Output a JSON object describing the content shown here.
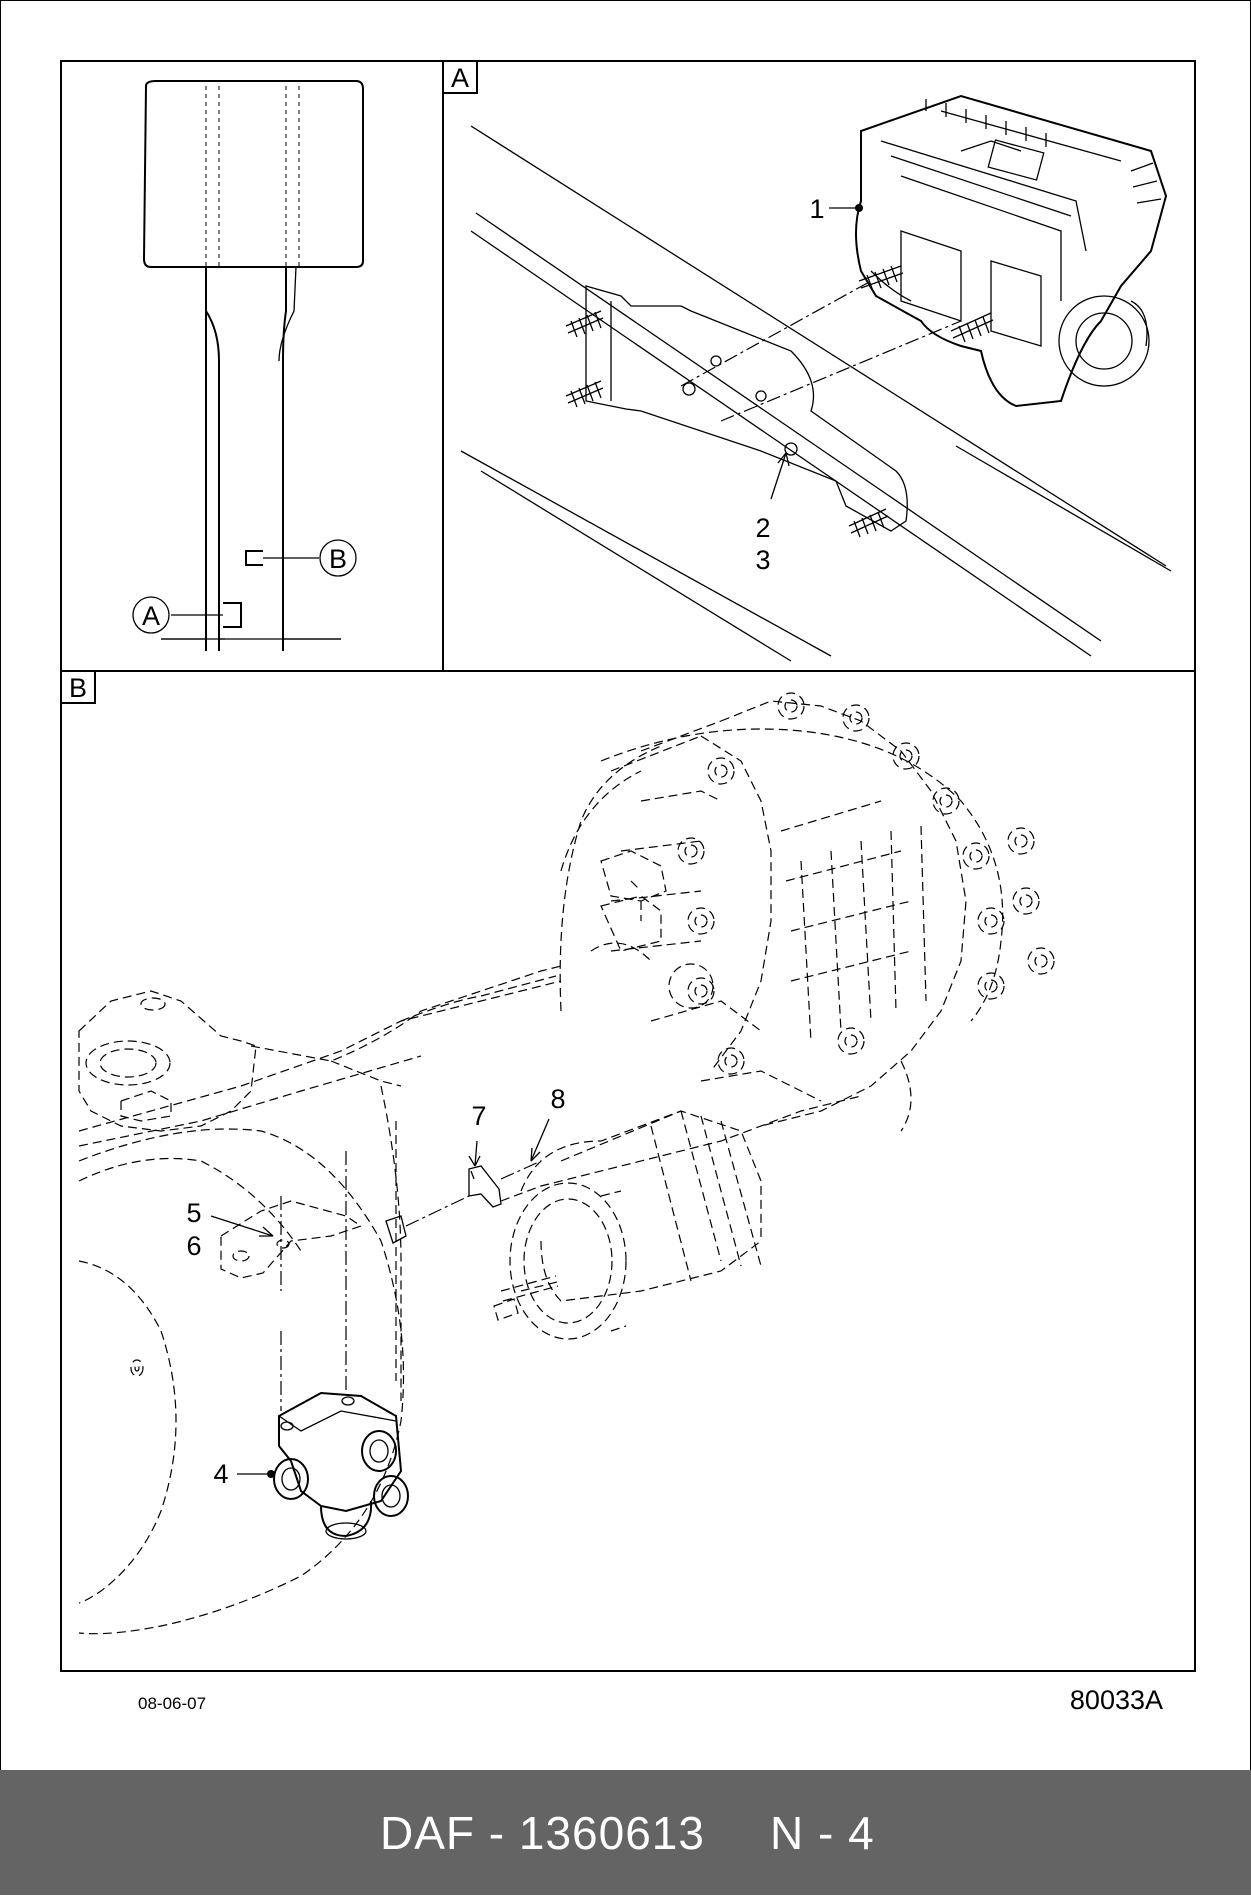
{
  "panels": {
    "detail_a_tag": "A",
    "detail_b_tag": "B",
    "overview_callout_a": "A",
    "overview_callout_b": "B"
  },
  "callouts": {
    "c1": "1",
    "c2": "2",
    "c3": "3",
    "c4": "4",
    "c5": "5",
    "c6": "6",
    "c7": "7",
    "c8": "8"
  },
  "meta": {
    "date": "08-06-07",
    "drawing_no": "80033A"
  },
  "footer": {
    "part": "DAF - 1360613",
    "page": "N - 4"
  }
}
